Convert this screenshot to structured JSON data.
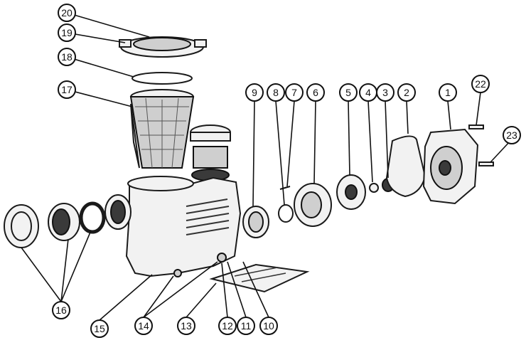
{
  "callouts": [
    {
      "id": "c1",
      "label": "1"
    },
    {
      "id": "c2",
      "label": "2"
    },
    {
      "id": "c3",
      "label": "3"
    },
    {
      "id": "c4",
      "label": "4"
    },
    {
      "id": "c5",
      "label": "5"
    },
    {
      "id": "c6",
      "label": "6"
    },
    {
      "id": "c7",
      "label": "7"
    },
    {
      "id": "c8",
      "label": "8"
    },
    {
      "id": "c9",
      "label": "9"
    },
    {
      "id": "c10",
      "label": "10"
    },
    {
      "id": "c11",
      "label": "11"
    },
    {
      "id": "c12",
      "label": "12"
    },
    {
      "id": "c13",
      "label": "13"
    },
    {
      "id": "c14",
      "label": "14"
    },
    {
      "id": "c15",
      "label": "15"
    },
    {
      "id": "c16",
      "label": "16"
    },
    {
      "id": "c17",
      "label": "17"
    },
    {
      "id": "c18",
      "label": "18"
    },
    {
      "id": "c19",
      "label": "19"
    },
    {
      "id": "c20",
      "label": "20"
    },
    {
      "id": "c22",
      "label": "22"
    },
    {
      "id": "c23",
      "label": "23"
    }
  ]
}
